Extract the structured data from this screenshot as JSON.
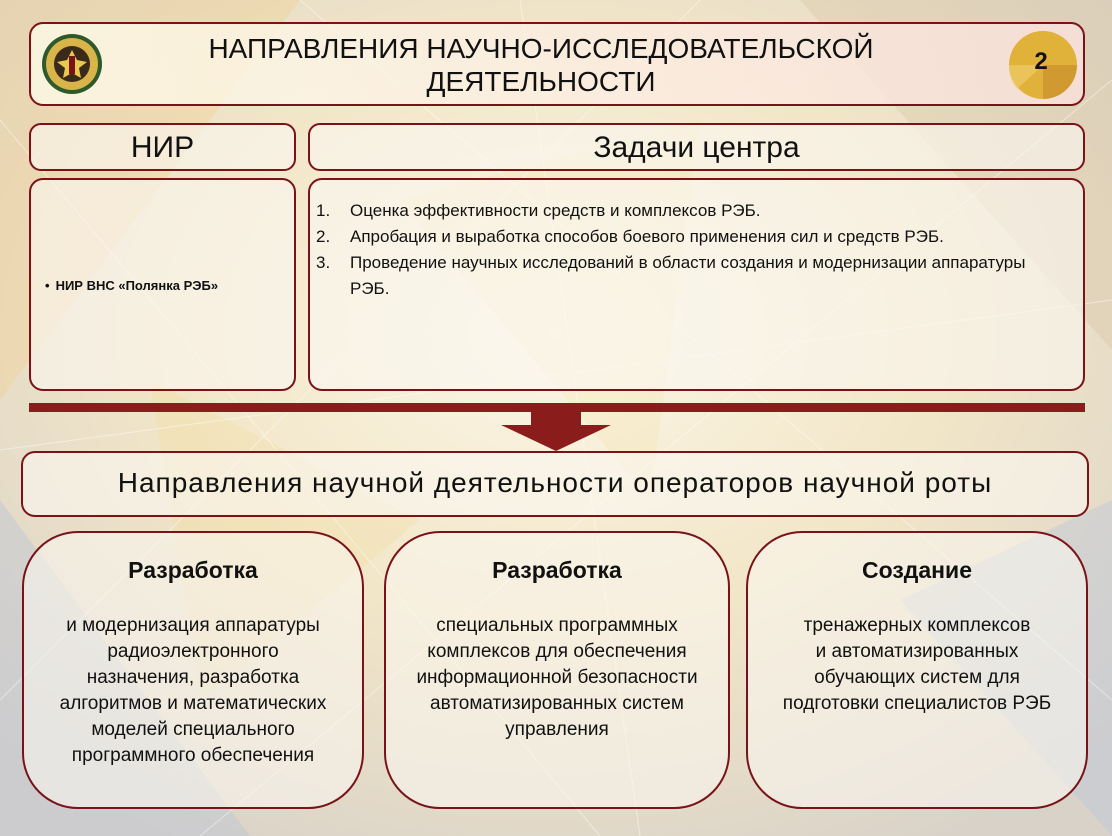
{
  "title": {
    "line1": "НАПРАВЛЕНИЯ НАУЧНО-ИССЛЕДОВАТЕЛЬСКОЙ",
    "line2": "ДЕЯТЕЛЬНОСТИ",
    "page_number": "2"
  },
  "nir": {
    "header": "НИР",
    "items": [
      "НИР ВНС «Полянка РЭБ»"
    ]
  },
  "tasks": {
    "header": "Задачи центра",
    "items": [
      {
        "num": "1.",
        "text": "Оценка эффективности средств и комплексов РЭБ."
      },
      {
        "num": "2.",
        "text": "Апробация и выработка способов боевого применения сил и средств РЭБ."
      },
      {
        "num": "3.",
        "text": "Проведение научных исследований в области создания и модернизации аппаратуры РЭБ."
      }
    ]
  },
  "directions": {
    "header": "Направления научной деятельности операторов научной роты",
    "cards": [
      {
        "title": "Разработка",
        "body": "и модернизация аппаратуры\nрадиоэлектронного\nназначения, разработка\nалгоритмов и математических\nмоделей специального\nпрограммного обеспечения"
      },
      {
        "title": "Разработка",
        "body": "специальных программных\nкомплексов для обеспечения\nинформационной безопасности\nавтоматизированных систем\nуправления"
      },
      {
        "title": "Создание",
        "body": "тренажерных комплексов\nи автоматизированных\nобучающих систем для\nподготовки специалистов РЭБ"
      }
    ]
  },
  "colors": {
    "accent": "#7a1318",
    "divider": "#8b1c1c",
    "badge": "#e0b23a"
  },
  "icons": {
    "emblem": "emblem-icon",
    "arrow": "arrow-down-icon",
    "page_badge": "page-badge-icon"
  }
}
